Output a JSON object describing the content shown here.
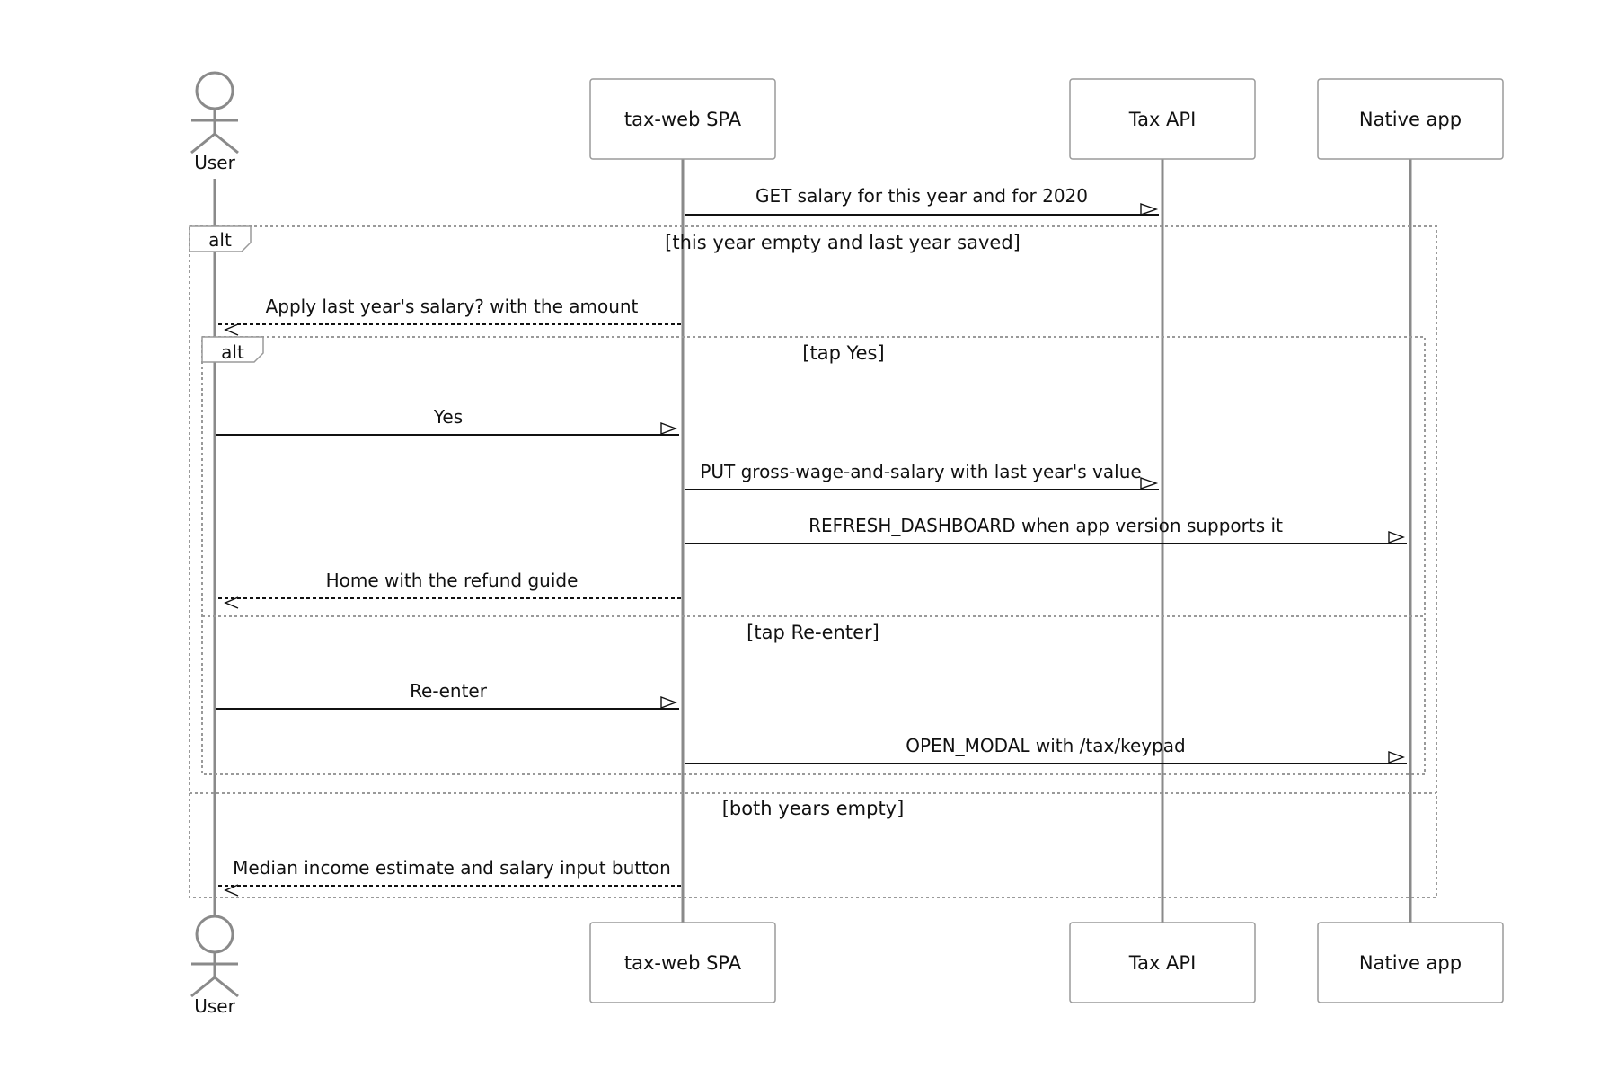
{
  "participants": [
    {
      "id": "user",
      "label": "User",
      "kind": "actor"
    },
    {
      "id": "spa",
      "label": "tax-web SPA",
      "kind": "box"
    },
    {
      "id": "api",
      "label": "Tax API",
      "kind": "box"
    },
    {
      "id": "app",
      "label": "Native app",
      "kind": "box"
    }
  ],
  "frames": {
    "outer_alt": {
      "tag": "alt",
      "condition_1": "[this year empty and last year saved]",
      "condition_2": "[both years empty]"
    },
    "inner_alt": {
      "tag": "alt",
      "condition_1": "[tap Yes]",
      "condition_2": "[tap Re-enter]"
    }
  },
  "messages": [
    {
      "from": "spa",
      "to": "api",
      "text": "GET salary for this year and for 2020",
      "style": "solid"
    },
    {
      "from": "spa",
      "to": "user",
      "text": "Apply last year's salary? with the amount",
      "style": "dashed"
    },
    {
      "from": "user",
      "to": "spa",
      "text": "Yes",
      "style": "solid"
    },
    {
      "from": "spa",
      "to": "api",
      "text": "PUT gross-wage-and-salary with last year's value",
      "style": "solid"
    },
    {
      "from": "spa",
      "to": "app",
      "text": "REFRESH_DASHBOARD when app version supports it",
      "style": "solid"
    },
    {
      "from": "spa",
      "to": "user",
      "text": "Home with the refund guide",
      "style": "dashed"
    },
    {
      "from": "user",
      "to": "spa",
      "text": "Re-enter",
      "style": "solid"
    },
    {
      "from": "spa",
      "to": "app",
      "text": "OPEN_MODAL with /tax/keypad",
      "style": "solid"
    },
    {
      "from": "spa",
      "to": "user",
      "text": "Median income estimate and salary input button",
      "style": "dashed"
    }
  ]
}
